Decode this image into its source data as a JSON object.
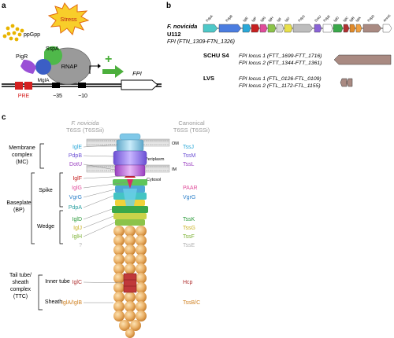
{
  "panel_a": {
    "letter": "a",
    "stress": "Stress",
    "ppgpp": "ppGpp",
    "sspa": "SspA",
    "rnap": "RNAP",
    "pigr": "PigR",
    "mgla": "MglA",
    "pre": "PRE",
    "minus35": "−35",
    "minus10": "−10",
    "fpi": "FPI",
    "plus": "+"
  },
  "panel_b": {
    "letter": "b",
    "genes": [
      "PdpA",
      "PdpB",
      "IglE",
      "IglF",
      "IglG",
      "IglH",
      "IglI",
      "IglJ",
      "PdpC",
      "DotU",
      "PdpE",
      "IglD",
      "IglC",
      "IglB",
      "IglA",
      "PdpD",
      "AnmK"
    ],
    "strain1": "F. novicida",
    "strain1b": "U112",
    "fpi_range": "FPI (FTN_1309-FTN_1326)",
    "strain2": "SCHU S4",
    "s4_locus1": "FPI locus 1 (FTT_1699-FTT_1716)",
    "s4_locus2": "FPI locus 2 (FTT_1344-FTT_1361)",
    "strain3": "LVS",
    "lvs_locus1": "FPI locus 1 (FTL_0126-FTL_0109)",
    "lvs_locus2": "FPI locus 2 (FTL_1172-FTL_1155)"
  },
  "panel_c": {
    "letter": "c",
    "head_left_1": "F. novicida",
    "head_left_2": "T6SS (T6SSii)",
    "head_right_1": "Canonical",
    "head_right_2": "T6SS (T6SSi)",
    "mc_1": "Membrane",
    "mc_2": "complex",
    "mc_3": "(MC)",
    "bp_1": "Baseplate",
    "bp_2": "(BP)",
    "spike": "Spike",
    "wedge": "Wedge",
    "ttc_1": "Tail tube/",
    "ttc_2": "sheath",
    "ttc_3": "complex",
    "ttc_4": "(TTC)",
    "inner_tube": "Inner tube",
    "sheath": "Sheath",
    "om": "OM",
    "periplasm": "Periplasm",
    "im": "IM",
    "cytosol": "Cytosol",
    "left_labels": [
      "IglE",
      "PdpB",
      "DotU",
      "IglF",
      "IglG",
      "VgrG",
      "PdpA",
      "IglD",
      "IglJ",
      "IglH",
      "?",
      "IglC",
      "IglA/IglB"
    ],
    "right_labels": [
      "TssJ",
      "TssM",
      "TssL",
      "PAAR",
      "VgrG",
      "TssK",
      "TssG",
      "TssF",
      "TssE",
      "Hcp",
      "TssB/C"
    ]
  }
}
